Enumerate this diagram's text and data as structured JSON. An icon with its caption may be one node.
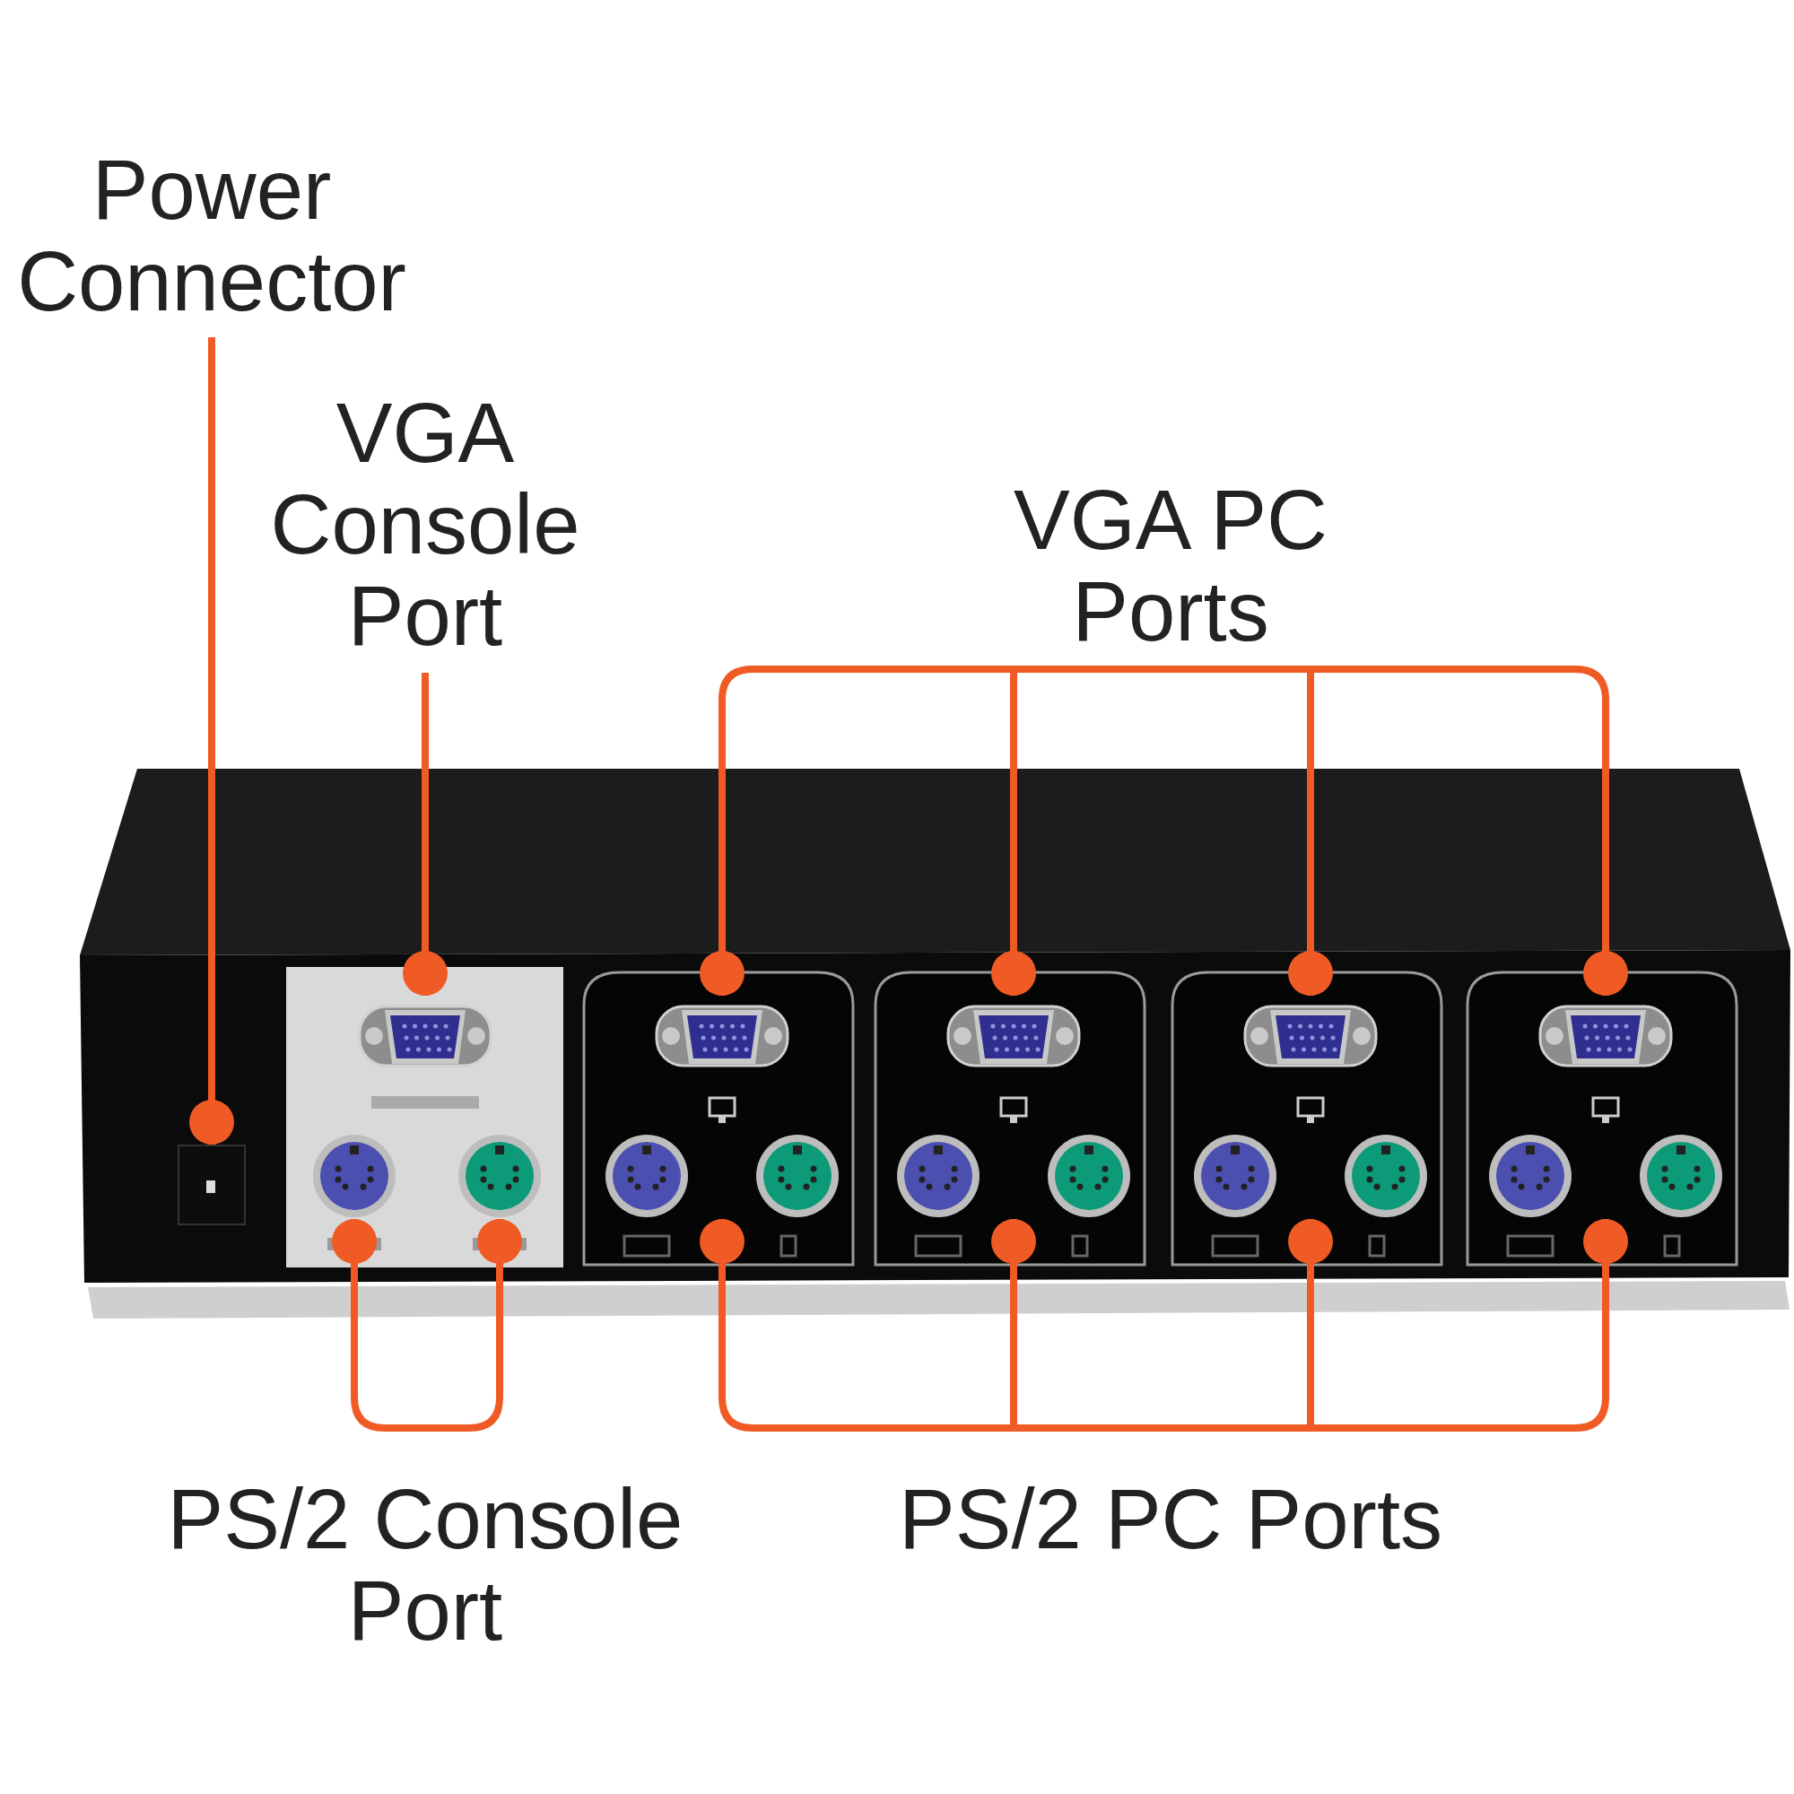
{
  "diagram": {
    "nodes": [
      {
        "text": [
          "Power Connector"
        ]
      },
      {
        "text": [
          "VGA Console Port"
        ]
      },
      {
        "text": [
          "VGA PC Ports"
        ]
      },
      {
        "text": [
          "PS/2 Console Port"
        ]
      },
      {
        "text": [
          "PS/2 PC Ports"
        ]
      },
      {
        "text": [],
        "shape": "picture"
      },
      {
        "text": [],
        "shape": "picture"
      },
      {
        "text": [],
        "shape": "picture"
      },
      {
        "text": [],
        "shape": "picture"
      },
      {
        "text": [],
        "shape": "picture"
      },
      {
        "text": [],
        "shape": "picture"
      },
      {
        "text": [],
        "shape": "picture"
      },
      {
        "text": [],
        "shape": "picture"
      },
      {
        "text": [],
        "shape": "picture"
      },
      {
        "text": [],
        "shape": "picture"
      },
      {
        "text": [],
        "shape": "picture"
      },
      {
        "text": [],
        "shape": "picture"
      }
    ],
    "edges": [
      {
        "from": 0,
        "to": 5,
        "arrow": "other"
      },
      {
        "from": 1,
        "to": 6,
        "arrow": "other"
      },
      {
        "from": 2,
        "to": 7,
        "arrow": "other"
      },
      {
        "from": 2,
        "to": 8,
        "arrow": "other"
      },
      {
        "from": 2,
        "to": 9,
        "arrow": "other"
      },
      {
        "from": 2,
        "to": 10,
        "arrow": "other"
      },
      {
        "from": 3,
        "to": 11,
        "arrow": "other"
      },
      {
        "from": 3,
        "to": 12,
        "arrow": "other"
      },
      {
        "from": 4,
        "to": 13,
        "arrow": "other"
      },
      {
        "from": 4,
        "to": 14,
        "arrow": "other"
      },
      {
        "from": 4,
        "to": 15,
        "arrow": "other"
      },
      {
        "from": 4,
        "to": 16,
        "arrow": "other"
      }
    ]
  }
}
